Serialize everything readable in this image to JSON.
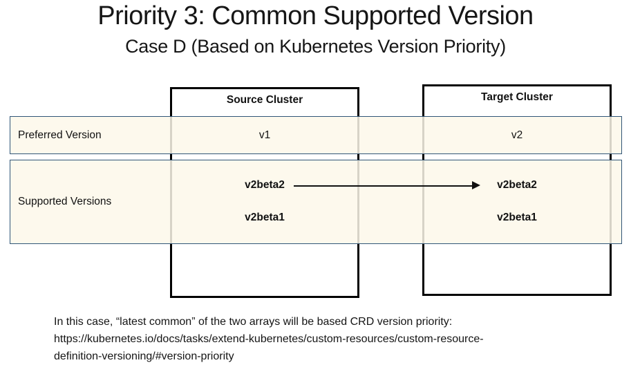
{
  "slide": {
    "title": "Priority 3: Common Supported Version",
    "subtitle": "Case D (Based on Kubernetes Version Priority)"
  },
  "diagram": {
    "row_labels": {
      "preferred": "Preferred Version",
      "supported": "Supported Versions"
    },
    "source_cluster": {
      "header": "Source Cluster",
      "preferred_version": "v1",
      "supported_versions": [
        "v2beta2",
        "v2beta1"
      ]
    },
    "target_cluster": {
      "header": "Target Cluster",
      "preferred_version": "v2",
      "supported_versions": [
        "v2beta2",
        "v2beta1"
      ]
    },
    "arrow": {
      "from": "source v2beta2",
      "to": "target v2beta2"
    }
  },
  "footer": {
    "lines": [
      "In this case, “latest common” of the two arrays will be based CRD version priority:",
      "https://kubernetes.io/docs/tasks/extend-kubernetes/custom-resources/custom-resource-",
      "definition-versioning/#version-priority"
    ]
  },
  "colors": {
    "band_fill": "#FDF8EA",
    "band_border": "#2F5577",
    "box_border": "#000000",
    "arrow_color": "#111111"
  }
}
